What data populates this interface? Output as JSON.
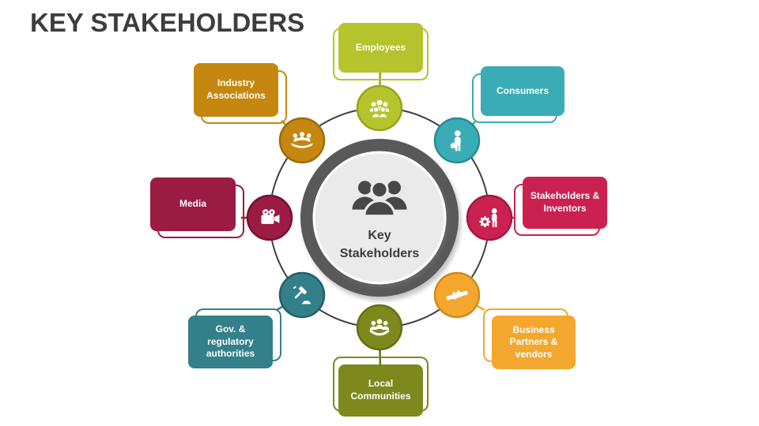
{
  "title": "KEY STAKEHOLDERS",
  "center": {
    "line1": "Key",
    "line2": "Stakeholders",
    "icon": "people-group-icon",
    "ring_color": "#595959",
    "inner_color": "#eaeaea",
    "icon_color": "#474747",
    "text_color": "#3d3d3d"
  },
  "orbit_color": "#3f3f3f",
  "nodes": [
    {
      "id": "employees",
      "label": "Employees",
      "icon": "team-icon",
      "color": "#b5c42c",
      "border": "#96a41c"
    },
    {
      "id": "consumers",
      "label": "Consumers",
      "icon": "person-briefcase-icon",
      "color": "#3aacb5",
      "border": "#2b8a93"
    },
    {
      "id": "stakeholders-inventors",
      "label": "Stakeholders & Inventors",
      "icon": "person-gear-icon",
      "color": "#cb2150",
      "border": "#a11941"
    },
    {
      "id": "business-partners",
      "label": "Business Partners & vendors",
      "icon": "handshake-icon",
      "color": "#f3a72f",
      "border": "#d18a18"
    },
    {
      "id": "local-communities",
      "label": "Local Communities",
      "icon": "community-icon",
      "color": "#7d891d",
      "border": "#646e15"
    },
    {
      "id": "gov-regulatory",
      "label": "Gov. & regulatory authorities",
      "icon": "gavel-icon",
      "color": "#33808a",
      "border": "#265f67"
    },
    {
      "id": "media",
      "label": "Media",
      "icon": "video-camera-icon",
      "color": "#9b1b43",
      "border": "#771232"
    },
    {
      "id": "industry-associations",
      "label": "Industry Associations",
      "icon": "conference-icon",
      "color": "#c5870f",
      "border": "#9d6b0b"
    }
  ]
}
